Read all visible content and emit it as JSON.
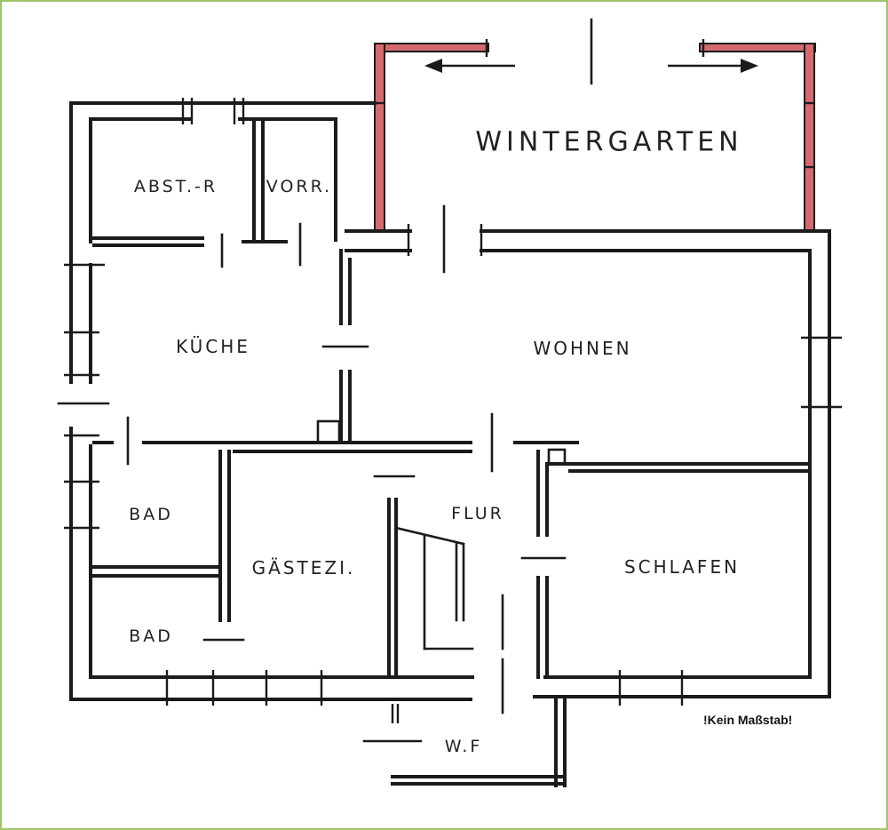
{
  "plan": {
    "rooms": {
      "wintergarten": "WINTERGARTEN",
      "abstellraum": "ABST.-R",
      "vorraum": "VORR.",
      "kueche": "KÜCHE",
      "wohnen": "WOHNEN",
      "bad_1": "BAD",
      "bad_2": "BAD",
      "gaestezimmer": "GÄSTEZI.",
      "flur": "FLUR",
      "schlafen": "SCHLAFEN",
      "wf": "W.F"
    },
    "scale_note": "!Kein Maßstab!"
  },
  "colors": {
    "frame": "#9fc46a",
    "wall": "#1b1b1b",
    "glass_wall": "#d46a6e",
    "background": "#ffffff"
  }
}
